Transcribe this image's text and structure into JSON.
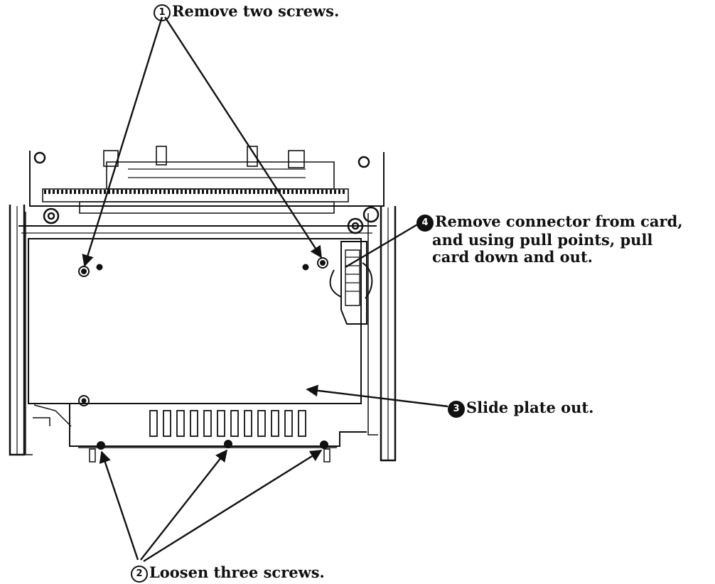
{
  "callouts": {
    "step1": {
      "number": "1",
      "text": "Remove two screws."
    },
    "step2": {
      "number": "2",
      "text": "Loosen three screws."
    },
    "step3": {
      "number": "3",
      "text": "Slide plate out."
    },
    "step4": {
      "number": "4",
      "lines": [
        "Remove connector from card,",
        "and using pull points, pull",
        "card down and out."
      ]
    }
  },
  "colors": {
    "ink": "#111111",
    "background": "#ffffff"
  }
}
